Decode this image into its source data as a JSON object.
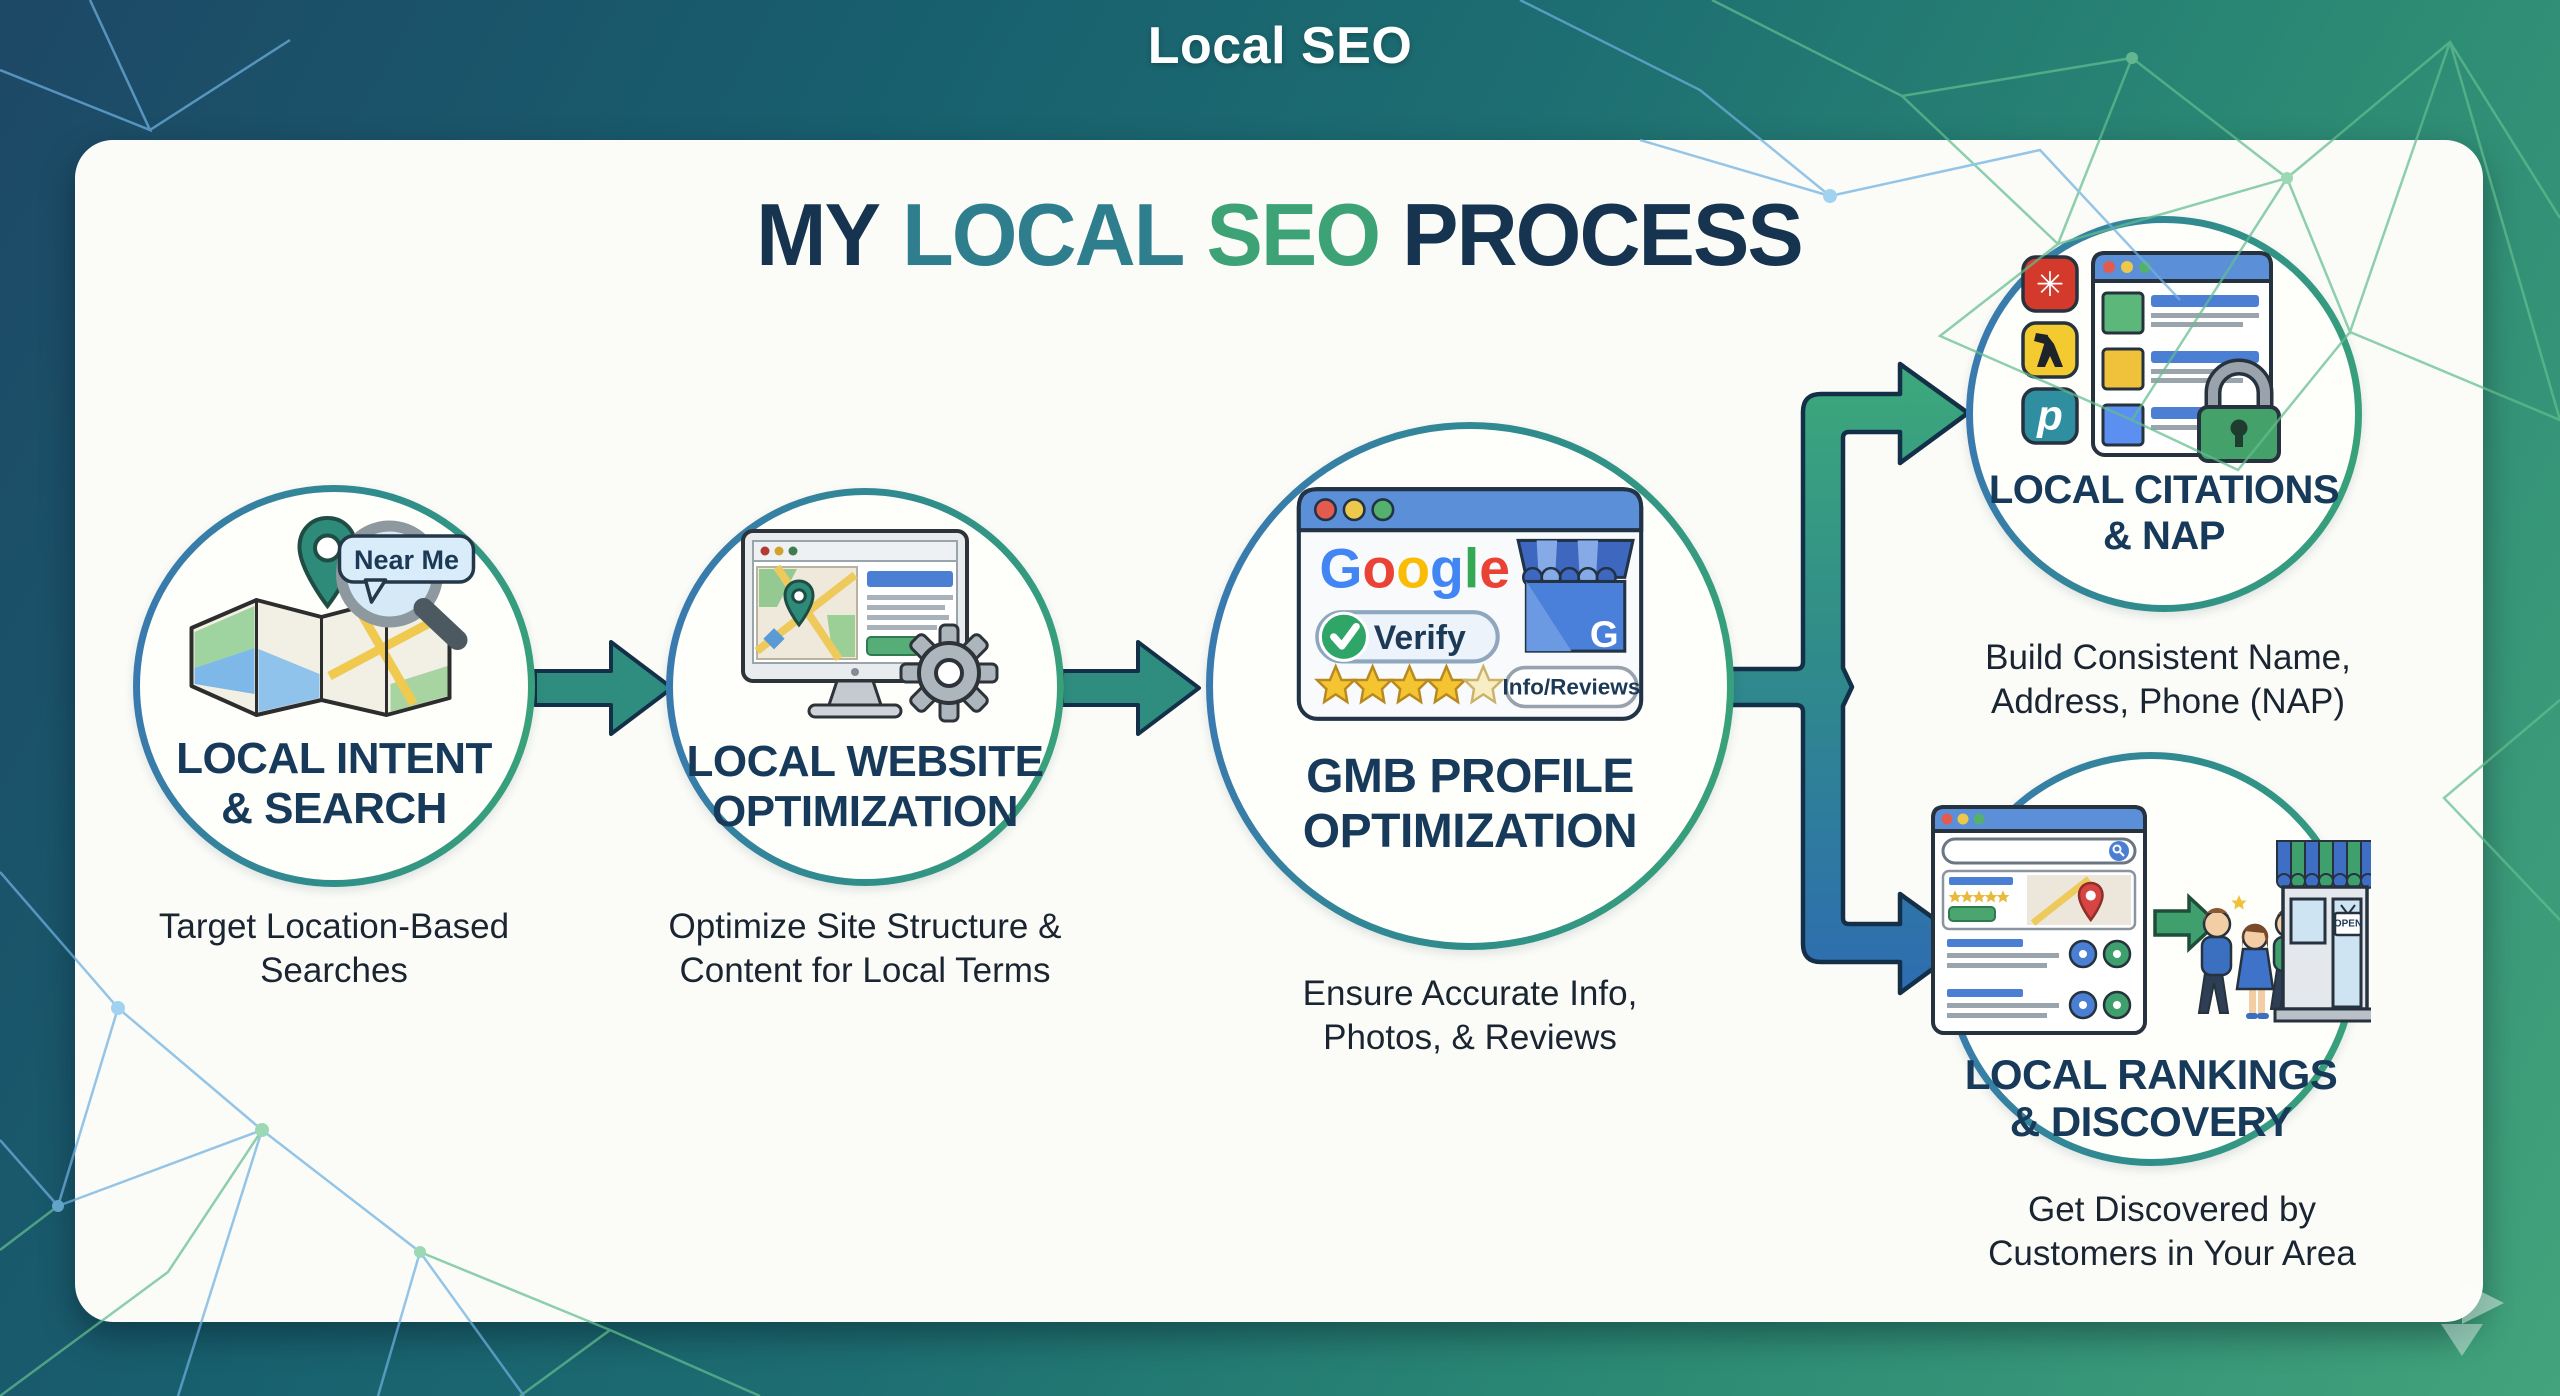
{
  "banner": {
    "title": "Local SEO"
  },
  "heading": {
    "parts": [
      {
        "text": "MY",
        "color": "#16334f"
      },
      {
        "text": "LOCAL",
        "color": "#2f7e8e"
      },
      {
        "text": "SEO",
        "color": "#3da377"
      },
      {
        "text": "PROCESS",
        "color": "#16334f"
      }
    ]
  },
  "steps": [
    {
      "id": "local-intent-search",
      "title_lines": [
        "LOCAL INTENT",
        "& SEARCH"
      ],
      "caption_lines": [
        "Target Location-Based",
        "Searches"
      ],
      "icon": "folded-map-pin-magnifier",
      "bubble_label": "Near Me"
    },
    {
      "id": "local-website-optimization",
      "title_lines": [
        "LOCAL WEBSITE",
        "OPTIMIZATION"
      ],
      "caption_lines": [
        "Optimize Site Structure &",
        "Content for Local Terms"
      ],
      "icon": "monitor-local-map-gear"
    },
    {
      "id": "gmb-profile-optimization",
      "title_lines": [
        "GMB PROFILE",
        "OPTIMIZATION"
      ],
      "caption_lines": [
        "Ensure Accurate Info,",
        "Photos, & Reviews"
      ],
      "icon": "google-business-profile-card",
      "google_letters": [
        {
          "ch": "G",
          "color": "#4285F4"
        },
        {
          "ch": "o",
          "color": "#EA4335"
        },
        {
          "ch": "o",
          "color": "#FBBC05"
        },
        {
          "ch": "g",
          "color": "#4285F4"
        },
        {
          "ch": "l",
          "color": "#34A853"
        },
        {
          "ch": "e",
          "color": "#EA4335"
        }
      ],
      "verify_label": "Verify",
      "info_reviews_label": "Info/Reviews",
      "rating_stars": 4.5,
      "storefront_letter": "G"
    },
    {
      "id": "local-citations-nap",
      "title_lines": [
        "LOCAL CITATIONS",
        "& NAP"
      ],
      "caption_lines": [
        "Build Consistent Name,",
        "Address, Phone (NAP)"
      ],
      "icon": "citation-sites-lock",
      "badges": [
        "yelp",
        "yellow-pages",
        "pages"
      ],
      "yelp_glyph": "✳",
      "pages_glyph": "p"
    },
    {
      "id": "local-rankings-discovery",
      "title_lines": [
        "LOCAL RANKINGS",
        "& DISCOVERY"
      ],
      "caption_lines": [
        "Get Discovered by",
        "Customers in Your Area"
      ],
      "icon": "serp-customers-storefront",
      "open_sign_label": "OPEN"
    }
  ],
  "colors": {
    "background_top_left": "#1d4866",
    "background_teal": "#1d6e72",
    "background_bottom_right": "#42a37c",
    "card": "#fbfcf8",
    "ring_blue": "#3b77b5",
    "ring_green": "#3aa478",
    "arrow_teal": "#2f8d7f",
    "branch_green": "#3ca77c",
    "branch_blue": "#2e6cb2",
    "outline_navy": "#143049",
    "title_navy": "#183a5a",
    "star_gold": "#f5c431",
    "lock_green": "#43a169",
    "yelp_red": "#d33a2c",
    "yellow_pages": "#f3ca2f",
    "pages_teal": "#2f8fa0"
  }
}
